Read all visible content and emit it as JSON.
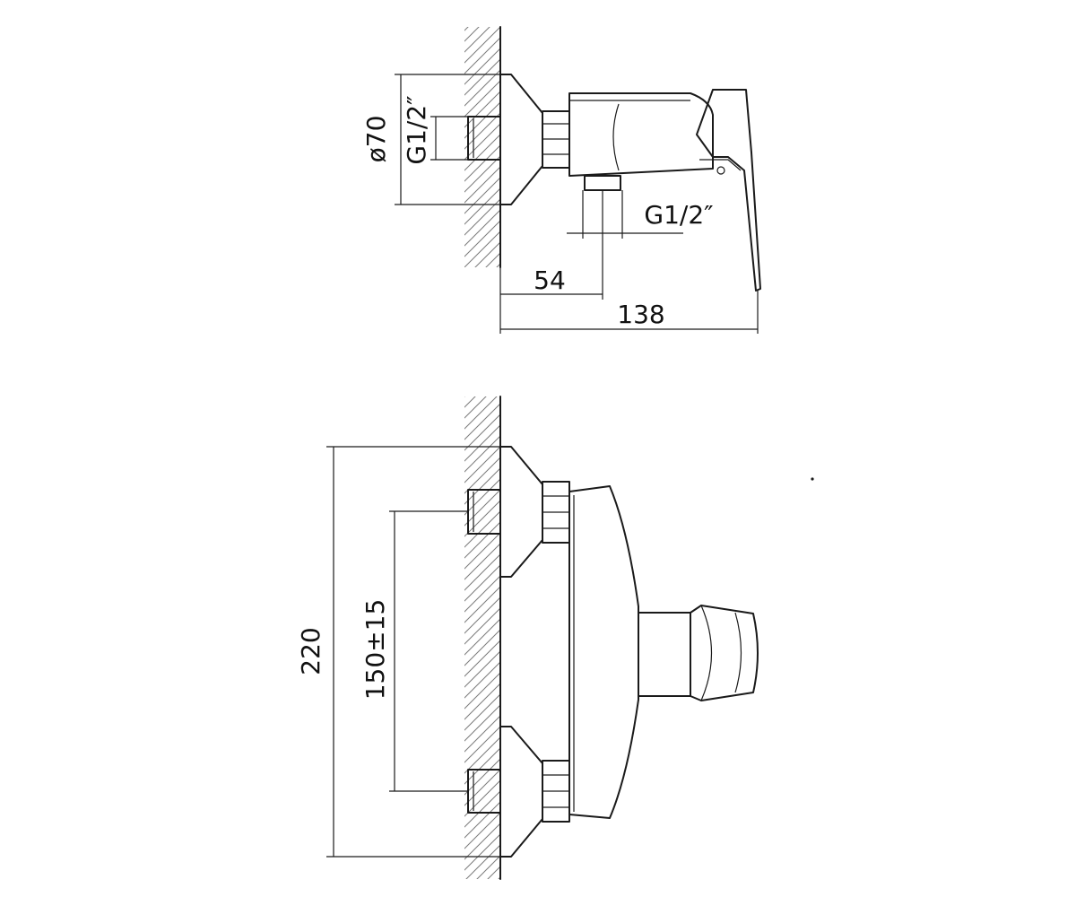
{
  "side_view": {
    "diameter_label": "ø70",
    "inlet_thread_label": "G1/2″",
    "outlet_thread_label": "G1/2″",
    "depth_outlet_label": "54",
    "depth_total_label": "138"
  },
  "front_view": {
    "height_label": "220",
    "center_distance_label": "150±15"
  },
  "colors": {
    "line": "#1a1a1a",
    "hatch": "#7a7a7a",
    "background": "#ffffff"
  }
}
